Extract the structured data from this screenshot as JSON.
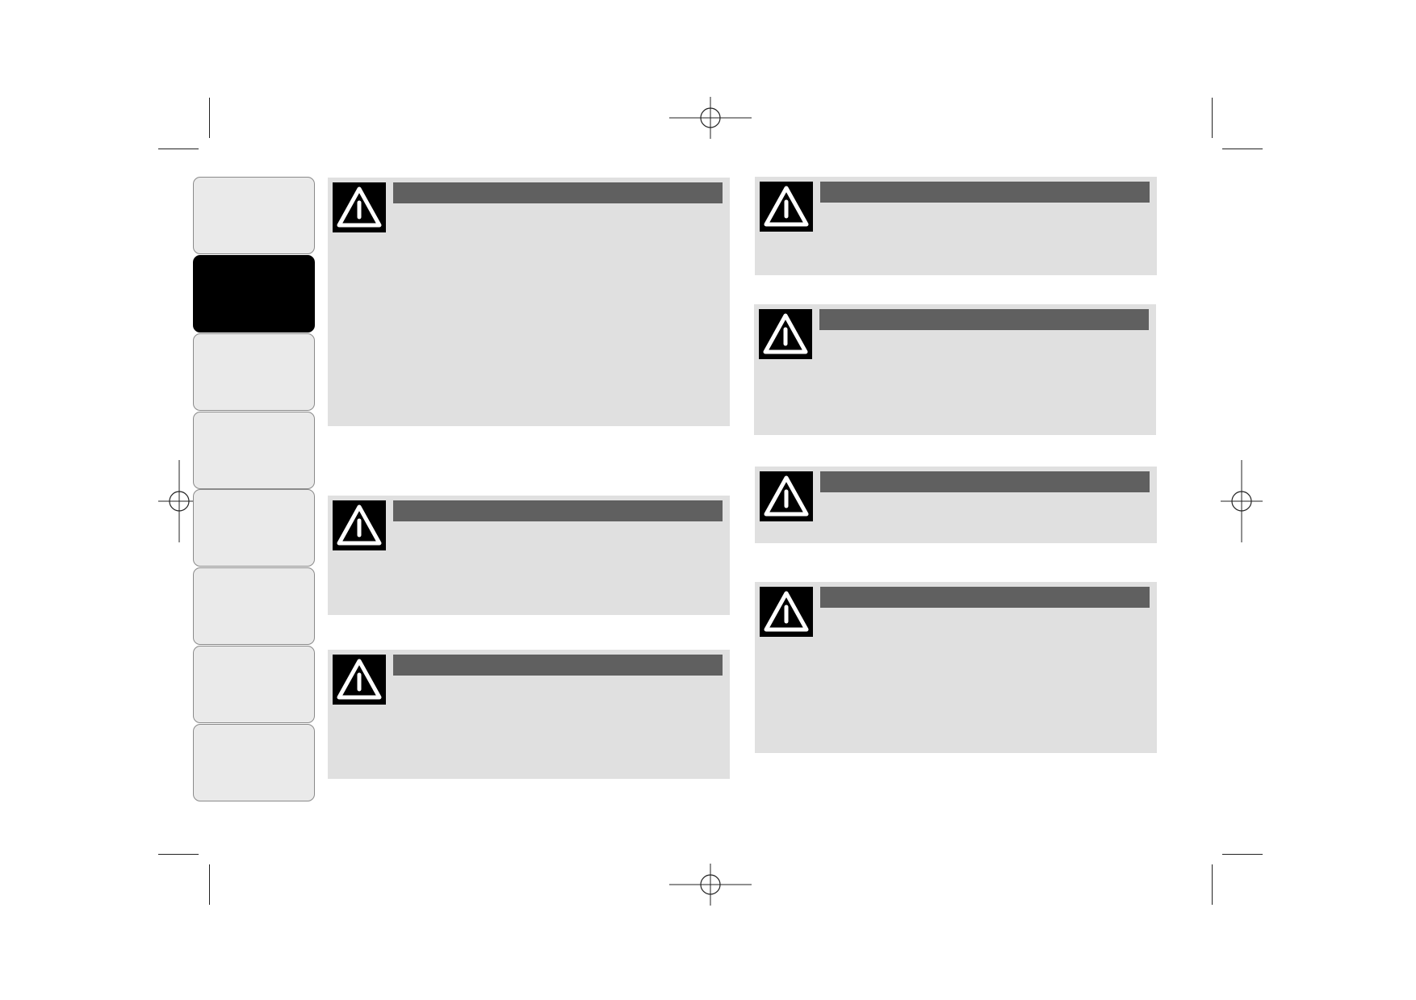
{
  "colors": {
    "page_background": "#ffffff",
    "warning_box": "#e0e0e0",
    "warning_header_bar": "#606060",
    "warning_icon_background": "#000000",
    "tab_inactive": "#eaeaea",
    "tab_active": "#000000"
  },
  "section_tabs": {
    "count": 8,
    "active_index": 1,
    "labels": [
      "",
      "",
      "",
      "",
      "",
      "",
      "",
      ""
    ]
  },
  "warning_boxes": [
    {
      "id": "warning-1",
      "icon": "warning-triangle-icon",
      "heading": "",
      "text": ""
    },
    {
      "id": "warning-2",
      "icon": "warning-triangle-icon",
      "heading": "",
      "text": ""
    },
    {
      "id": "warning-3",
      "icon": "warning-triangle-icon",
      "heading": "",
      "text": ""
    },
    {
      "id": "warning-4",
      "icon": "warning-triangle-icon",
      "heading": "",
      "text": ""
    },
    {
      "id": "warning-5",
      "icon": "warning-triangle-icon",
      "heading": "",
      "text": ""
    },
    {
      "id": "warning-6",
      "icon": "warning-triangle-icon",
      "heading": "",
      "text": ""
    },
    {
      "id": "warning-7",
      "icon": "warning-triangle-icon",
      "heading": "",
      "text": ""
    }
  ],
  "print_marks": {
    "crop_marks": "crop-mark-lines",
    "registration_marks": "registration-crosshair-icon"
  }
}
